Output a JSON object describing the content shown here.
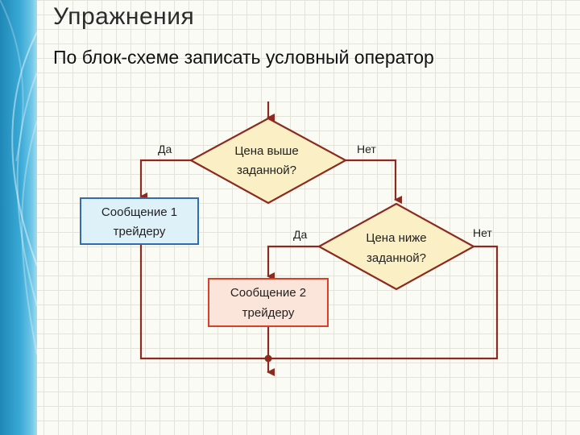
{
  "slide": {
    "title": "Упражнения",
    "subtitle": "По блок-схеме записать условный оператор"
  },
  "flowchart": {
    "decision1": {
      "line1": "Цена выше",
      "line2": "заданной?"
    },
    "decision2": {
      "line1": "Цена ниже",
      "line2": "заданной?"
    },
    "box1": {
      "line1": "Сообщение 1",
      "line2": "трейдеру"
    },
    "box2": {
      "line1": "Сообщение 2",
      "line2": "трейдеру"
    },
    "labels": {
      "yes1": "Да",
      "no1": "Нет",
      "yes2": "Да",
      "no2": "Нет"
    }
  },
  "colors": {
    "diamond_fill": "#fbefc6",
    "diamond_stroke": "#8b2b1f",
    "box1_fill": "#dff1f8",
    "box1_stroke": "#2f6db0",
    "box2_fill": "#fbe5da",
    "box2_stroke": "#d9402a",
    "line": "#8b2b1f"
  }
}
